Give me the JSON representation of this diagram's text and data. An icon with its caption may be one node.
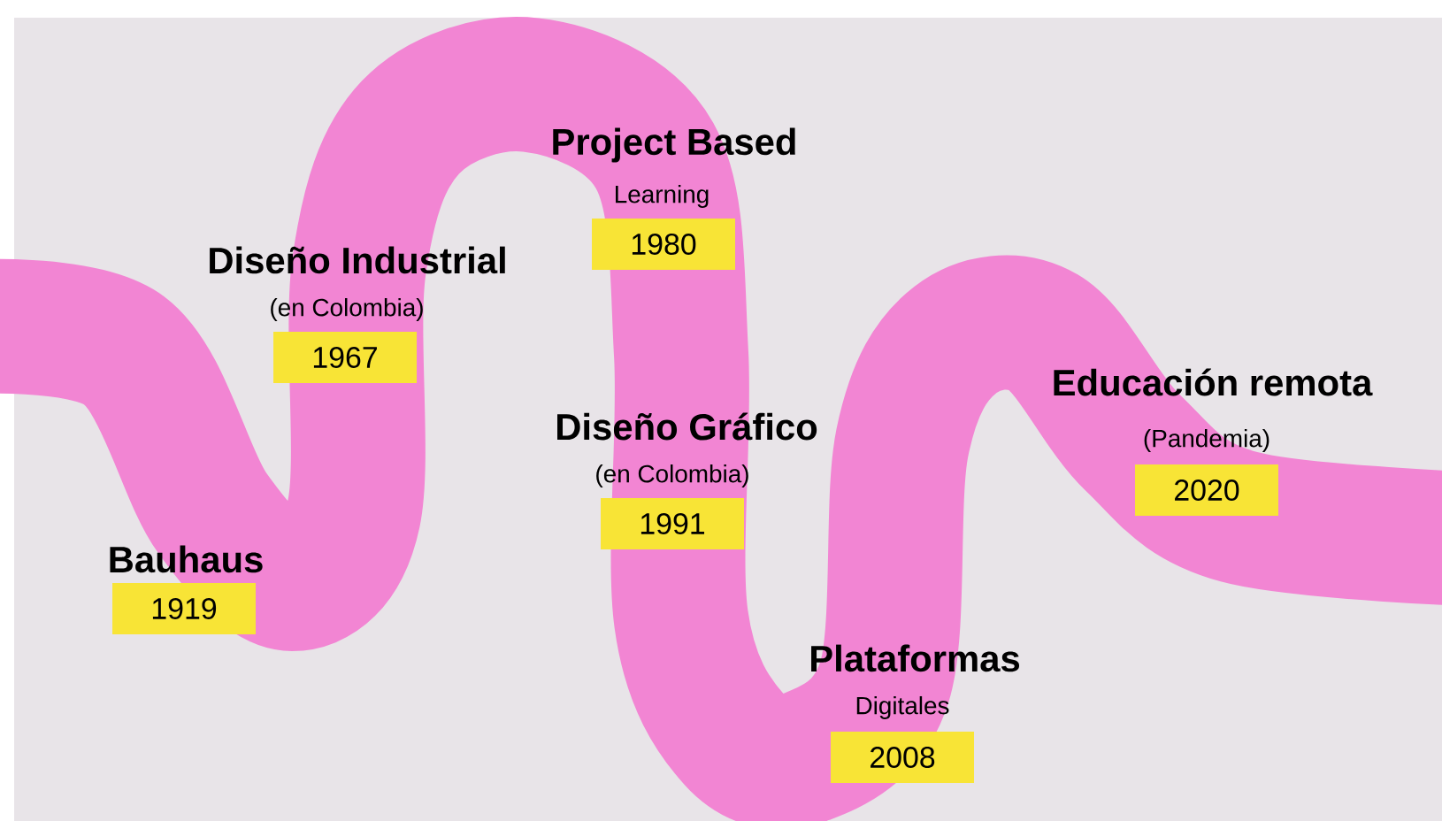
{
  "diagram": {
    "nodes": [
      {
        "text": [
          "Diseño Industrial",
          "(en Colombia)",
          "1967"
        ]
      },
      {
        "text": [
          "Project Based",
          "Learning",
          "1980"
        ]
      },
      {
        "text": [
          "Diseño Gráfico",
          "(en Colombia)",
          "1991"
        ]
      },
      {
        "text": [
          "Educación remota",
          "(Pandemia)",
          "2020"
        ]
      },
      {
        "text": [
          "Bauhaus",
          "1919"
        ]
      },
      {
        "text": [
          "Plataformas",
          "Digitales",
          "2008"
        ]
      }
    ]
  }
}
